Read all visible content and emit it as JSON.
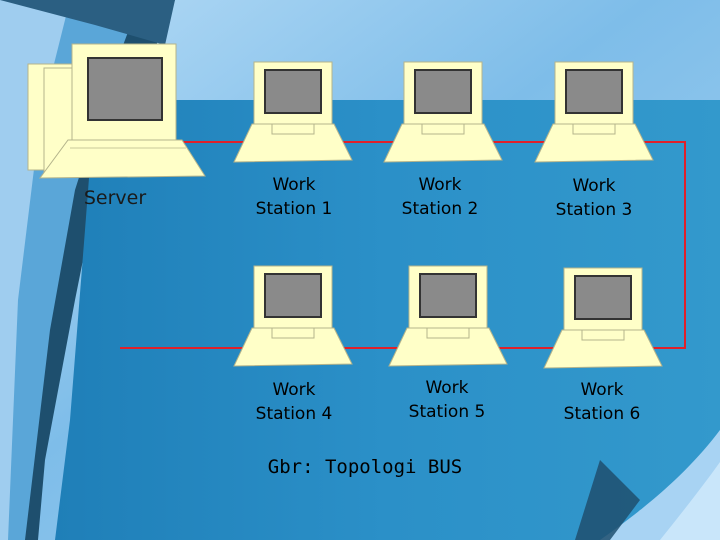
{
  "diagram": {
    "server": {
      "label": "Server"
    },
    "stations": [
      {
        "line1": "Work",
        "line2": "Station 1"
      },
      {
        "line1": "Work",
        "line2": "Station 2"
      },
      {
        "line1": "Work",
        "line2": "Station 3"
      },
      {
        "line1": "Work",
        "line2": "Station 4"
      },
      {
        "line1": "Work",
        "line2": "Station 5"
      },
      {
        "line1": "Work",
        "line2": "Station 6"
      }
    ],
    "caption": "Gbr: Topologi BUS"
  },
  "colors": {
    "background": "#2f8fc4",
    "background_light": "#a9d3f2",
    "shadow_dark": "#1f4e6b",
    "computer_body": "#ffffc8",
    "computer_outline": "#b4b48c",
    "screen": "#8a8a8a",
    "cable": "#e0202a"
  },
  "icons": [
    "server-computer-icon",
    "workstation-computer-icon"
  ]
}
